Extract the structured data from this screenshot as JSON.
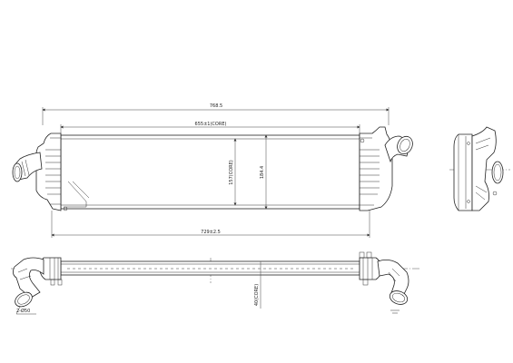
{
  "dimensions": {
    "overall_width": "768.5",
    "core_width": "655±1(CORE)",
    "core_height": "157(CORE)",
    "total_height": "184.4",
    "mount_width": "729±2.5",
    "core_depth": "40(CORE)",
    "hose_diameter": "2-Ø50"
  }
}
